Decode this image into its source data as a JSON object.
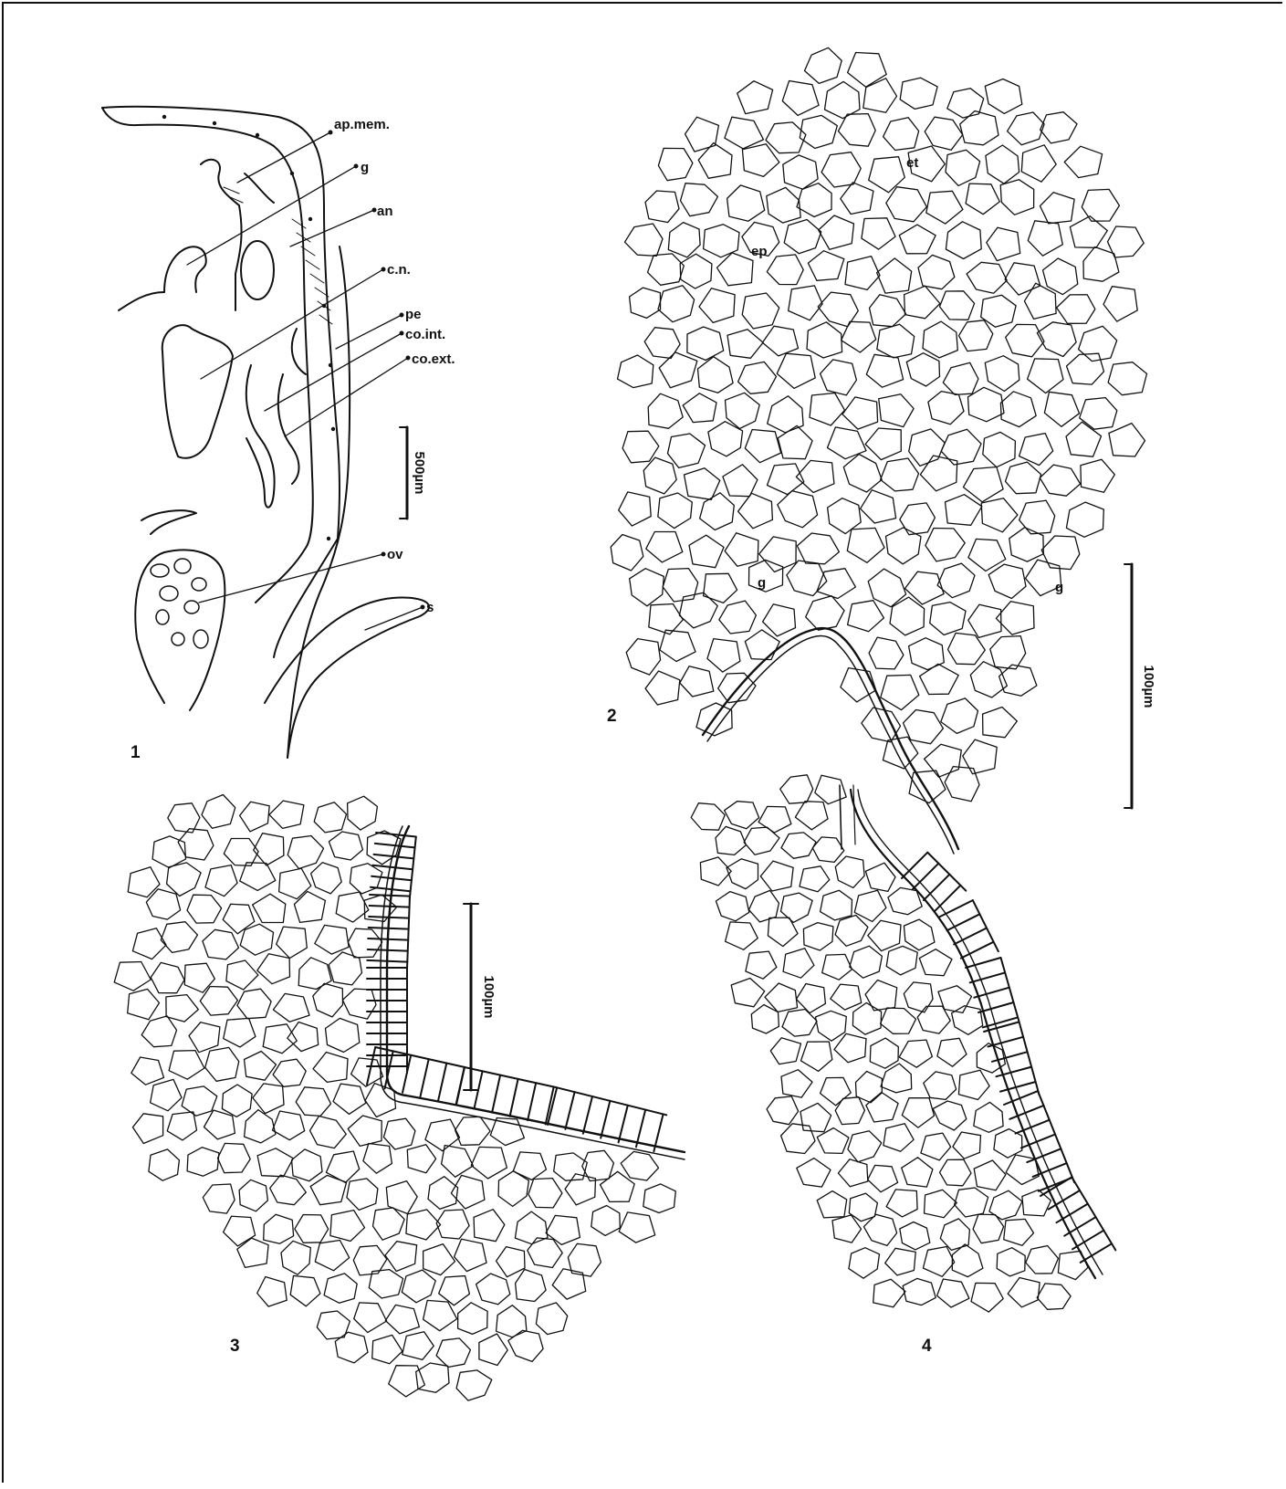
{
  "figures": [
    {
      "id": "1",
      "number": "1",
      "scale": "500µm"
    },
    {
      "id": "2",
      "number": "2",
      "scale": "100µm"
    },
    {
      "id": "3",
      "number": "3",
      "scale": "100µm"
    },
    {
      "id": "4",
      "number": "4",
      "scale": ""
    }
  ],
  "fig1_labels": {
    "ap_mem": "ap.mem.",
    "g": "g",
    "an": "an",
    "cn": "c.n.",
    "pe": "pe",
    "co_int": "co.int.",
    "co_ext": "co.ext.",
    "ov": "ov",
    "s": "s"
  },
  "fig2_labels": {
    "et": "et",
    "ep": "ep",
    "g_left": "g",
    "g_right": "g"
  },
  "style": {
    "ink": "#111111",
    "paper": "#ffffff"
  }
}
